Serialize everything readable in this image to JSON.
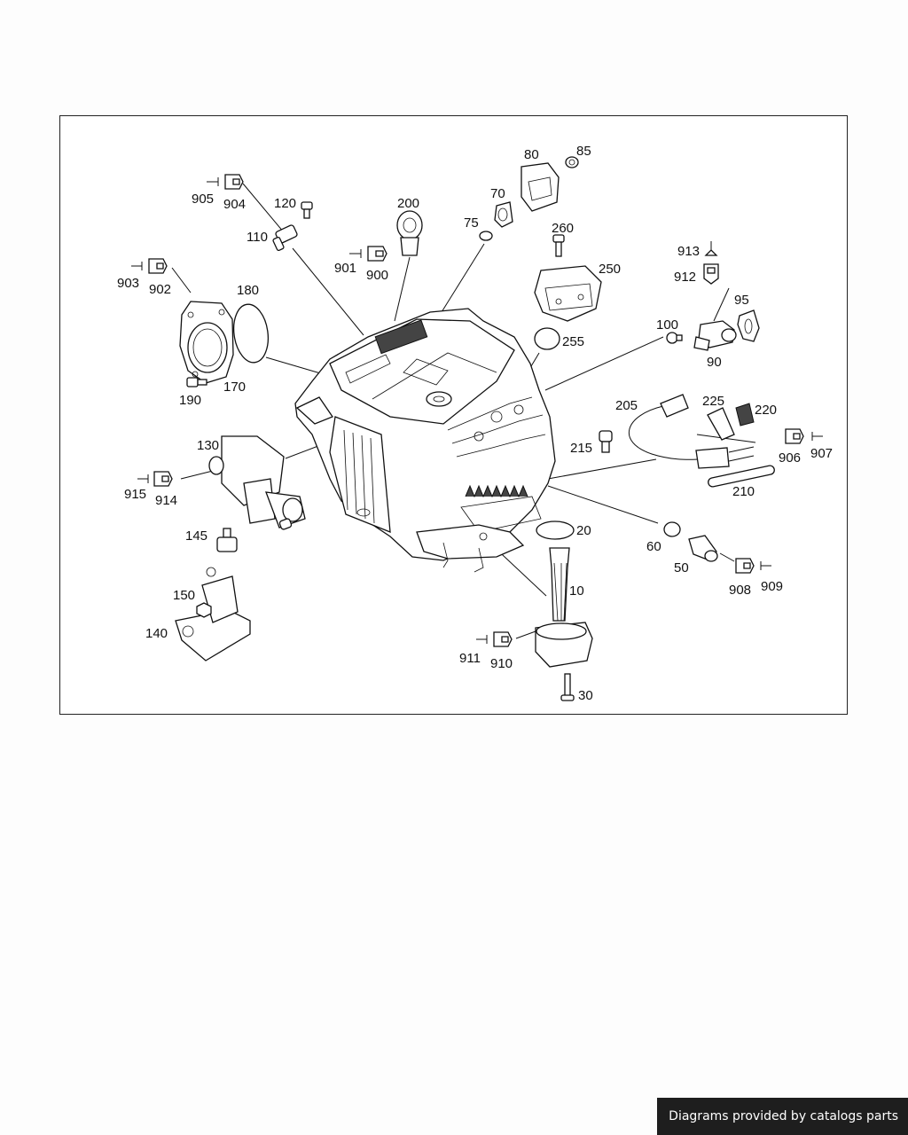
{
  "diagram": {
    "callouts": [
      "905",
      "904",
      "120",
      "110",
      "903",
      "902",
      "180",
      "170",
      "190",
      "200",
      "901",
      "900",
      "75",
      "70",
      "80",
      "85",
      "260",
      "250",
      "255",
      "913",
      "912",
      "95",
      "100",
      "90",
      "205",
      "225",
      "220",
      "215",
      "906",
      "907",
      "210",
      "130",
      "915",
      "914",
      "145",
      "150",
      "140",
      "20",
      "10",
      "60",
      "50",
      "908",
      "909",
      "911",
      "910",
      "30"
    ]
  },
  "footer": {
    "text": "Diagrams provided by catalogs parts"
  }
}
